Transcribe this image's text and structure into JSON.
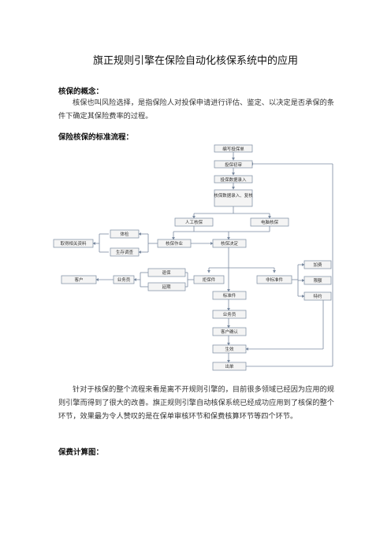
{
  "title": "旗正规则引擎在保险自动化核保系统中的应用",
  "sections": {
    "concept_heading": "核保的概念：",
    "concept_text": "核保也叫风险选择，是指保险人对投保申请进行评估、鉴定、以决定是否承保的条件下确定其保险费率的过程。",
    "process_heading": "保险核保的标准流程：",
    "process_text": "针对于核保的整个流程来看是离不开规则引擎的，目前很多领域已经因为应用的规则引擎而得到了很大的改善。旗正规则引擎自动核保系统已经成功应用到了核保的整个环节，效果最为令人赞叹的是在保单审核环节和保费核算环节等四个环节。",
    "premium_heading": "保费计算图："
  },
  "flowchart": {
    "nodes": {
      "n1": "编写投保单",
      "n2": "投保初审",
      "n3": "投保数据录入",
      "n4": "核保数据录入、复核",
      "manual": "人工核保",
      "auto": "电脑核保",
      "physical": "体检",
      "survey": "生存调查",
      "obtain": "取得相关资料",
      "ops": "核保作业",
      "decision": "核保决定",
      "refuse": "拒保件",
      "nonstd": "非标准件",
      "addfee": "加费",
      "limit": "限额",
      "special": "特约",
      "standard": "标准件",
      "withdraw": "退保",
      "postpone": "延期",
      "customer": "客户",
      "agent": "业务员",
      "agent2": "业务员",
      "confirm": "客户确认",
      "effective": "生效",
      "issue": "出单"
    }
  }
}
